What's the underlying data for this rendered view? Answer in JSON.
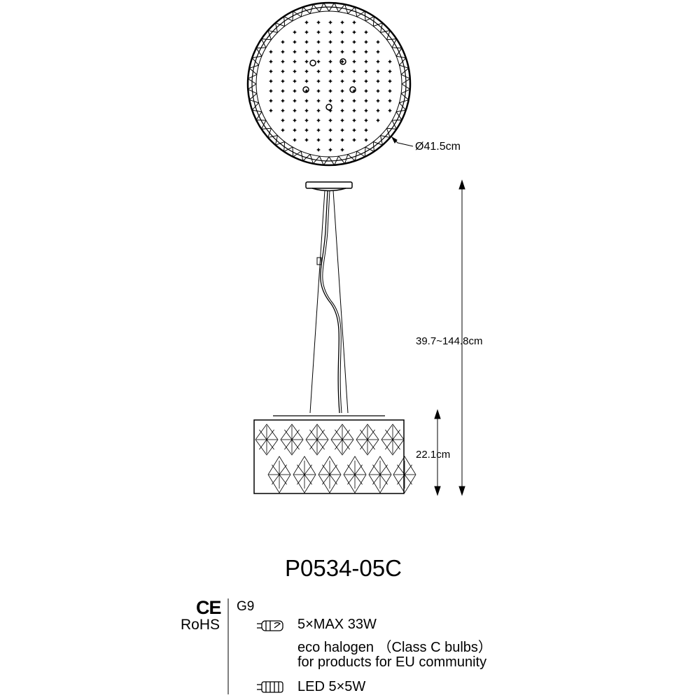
{
  "dimensions": {
    "diameter": "Ø41.5cm",
    "total_height": "39.7~144.8cm",
    "shade_height": "22.1cm"
  },
  "model": "P0534-05C",
  "certification": {
    "ce": "CE",
    "rohs": "RoHS"
  },
  "specs": {
    "socket": "G9",
    "halogen_line1": "5×MAX 33W",
    "halogen_line2": "eco halogen （Class C bulbs）",
    "halogen_line3": "for  products for EU community",
    "led": "LED 5×5W"
  },
  "colors": {
    "line": "#000000",
    "background": "#ffffff"
  },
  "icons": [
    "halogen-bulb-icon",
    "led-bulb-icon",
    "ce-mark-icon"
  ]
}
